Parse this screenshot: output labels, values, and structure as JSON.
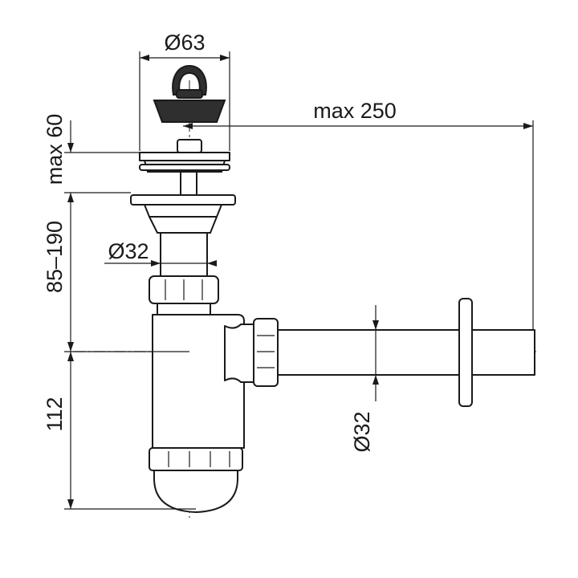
{
  "dimensions": {
    "stopper_diameter": "Ø63",
    "max_depth": "max 60",
    "max_length": "max 250",
    "height_range": "85–190",
    "inlet_diameter": "Ø32",
    "trap_height": "112",
    "outlet_diameter": "Ø32"
  }
}
